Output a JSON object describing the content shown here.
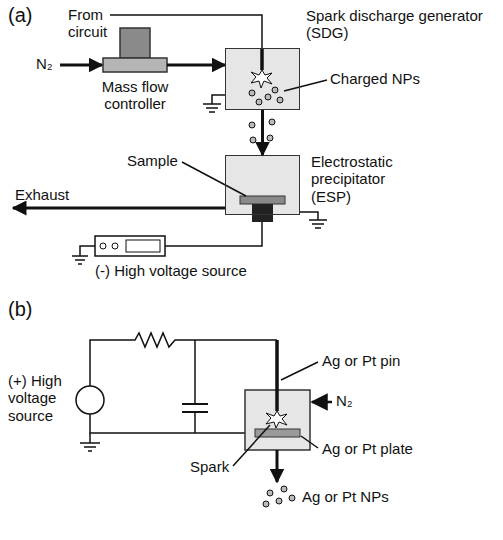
{
  "diagram": {
    "nodes": [
      {
        "text": [
          "Mass flow controller"
        ]
      },
      {
        "text": [
          "Spark discharge generator (SDG)"
        ]
      },
      {
        "text": [
          "Electrostatic precipitator (ESP)"
        ]
      }
    ],
    "edges": [
      {
        "from": 0,
        "to": 1,
        "arrow": "to"
      },
      {
        "from": 1,
        "to": 2,
        "arrow": "to"
      }
    ],
    "labels": [
      "(a)",
      "From circuit",
      "N₂",
      "Charged NPs",
      "Sample",
      "Exhaust",
      "(-) High voltage source",
      "(b)",
      "(+) High voltage source",
      "Ag or Pt pin",
      "N₂",
      "Ag or Pt plate",
      "Spark",
      "Ag or Pt NPs"
    ]
  }
}
